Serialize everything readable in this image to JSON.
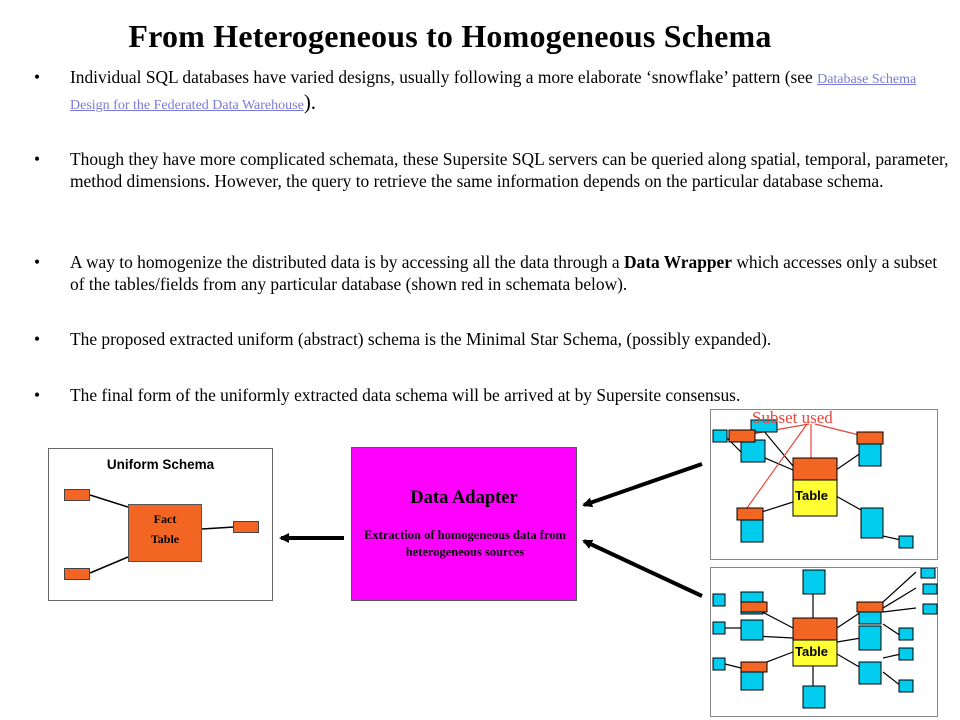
{
  "title": "From Heterogeneous to Homogeneous Schema",
  "bullets": [
    {
      "text_a": "Individual SQL databases have varied designs, usually following a more elaborate ‘snowflake’ pattern (see ",
      "link": "Database Schema Design for the Federated Data Warehouse",
      "text_b": ")."
    },
    {
      "text": "Though they have more complicated schemata, these Supersite SQL servers can be queried along spatial, temporal, parameter, method dimensions.  However, the query to retrieve the same information depends on the particular database schema."
    },
    {
      "text_a": "A way to homogenize the distributed data is by accessing all the data through a ",
      "bold": "Data Wrapper",
      "text_b": " which accesses only a subset of the tables/fields from any particular database (shown red in schemata below)."
    },
    {
      "text": "The proposed extracted uniform (abstract) schema is the Minimal Star Schema, (possibly expanded)."
    },
    {
      "text": "The final form of the uniformly extracted data schema will be arrived at by Supersite consensus."
    }
  ],
  "bullet_char": "•",
  "diagram": {
    "uniform_schema_label": "Uniform Schema",
    "fact_label": "Fact",
    "table_label": "Table",
    "adapter_title": "Data Adapter",
    "adapter_desc": "Extraction of homogeneous data from heterogeneous sources",
    "subset_label": "Subset used",
    "schema_table_label": "Table",
    "colors": {
      "adapter": "#ff00ff",
      "subset_table": "#f26522",
      "core_table": "#ffff33",
      "other_table": "#00ccee",
      "subset_label": "#e8443a",
      "link": "#7a7ad8"
    }
  }
}
